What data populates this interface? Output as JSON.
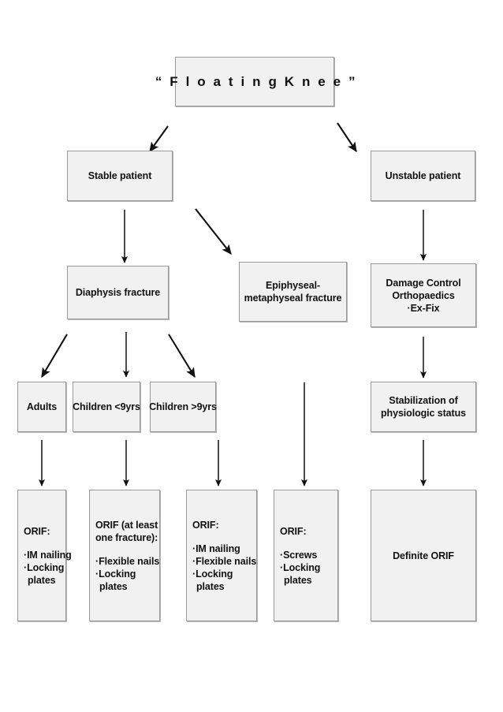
{
  "diagram": {
    "title": "“ F l o a t i n g  K n e e ”",
    "colors": {
      "node_fill": "#f1f1f1",
      "node_border": "#9a9a9a",
      "node_shadow": "#b4b4b4",
      "text": "#111111",
      "arrow": "#111111",
      "background": "#ffffff"
    }
  },
  "nodes": {
    "title": {
      "label": "“Floating Knee”",
      "display": "“ F l o a t i n g  K n e e ”"
    },
    "stable": {
      "label": "Stable patient"
    },
    "unstable": {
      "label": "Unstable patient"
    },
    "diaphysis": {
      "label": "Diaphysis fracture"
    },
    "epiphyseal": {
      "line1": "Epiphyseal-",
      "line2": "metaphyseal fracture"
    },
    "damage_control": {
      "line1": "Damage Control",
      "line2": "Orthopaedics",
      "line3": "·Ex-Fix"
    },
    "adults": {
      "label": "Adults"
    },
    "children_under9": {
      "label": "Children <9yrs"
    },
    "children_over9": {
      "label": "Children >9yrs"
    },
    "stabilization": {
      "line1": "Stabilization of",
      "line2": "physiologic status"
    },
    "orif_adults": {
      "heading": "ORIF:",
      "bullets": [
        "·IM nailing",
        "·Locking",
        "plates"
      ]
    },
    "orif_children_under9": {
      "heading_line1": "ORIF (at least",
      "heading_line2": "one fracture):",
      "bullets": [
        "·Flexible nails",
        "·Locking",
        "plates"
      ]
    },
    "orif_children_over9": {
      "heading": "ORIF:",
      "bullets": [
        "·IM nailing",
        "·Flexible nails",
        "·Locking",
        "plates"
      ]
    },
    "orif_epiphyseal": {
      "heading": "ORIF:",
      "bullets": [
        "·Screws",
        "·Locking",
        "plates"
      ]
    },
    "definite_orif": {
      "label": "Definite ORIF"
    }
  },
  "edges": [
    {
      "from": "title",
      "to": "stable",
      "style": "diagonal-down-left"
    },
    {
      "from": "title",
      "to": "unstable",
      "style": "diagonal-down-right"
    },
    {
      "from": "stable",
      "to": "diaphysis",
      "style": "vertical"
    },
    {
      "from": "stable",
      "to": "epiphyseal",
      "style": "diagonal-down-right"
    },
    {
      "from": "unstable",
      "to": "damage_control",
      "style": "vertical"
    },
    {
      "from": "diaphysis",
      "to": "adults",
      "style": "diagonal-down-left"
    },
    {
      "from": "diaphysis",
      "to": "children_under9",
      "style": "vertical"
    },
    {
      "from": "diaphysis",
      "to": "children_over9",
      "style": "diagonal-down-right"
    },
    {
      "from": "damage_control",
      "to": "stabilization",
      "style": "vertical"
    },
    {
      "from": "adults",
      "to": "orif_adults",
      "style": "vertical"
    },
    {
      "from": "children_under9",
      "to": "orif_children_under9",
      "style": "vertical"
    },
    {
      "from": "children_over9",
      "to": "orif_children_over9",
      "style": "vertical"
    },
    {
      "from": "epiphyseal",
      "to": "orif_epiphyseal",
      "style": "vertical-long"
    },
    {
      "from": "stabilization",
      "to": "definite_orif",
      "style": "vertical"
    }
  ]
}
